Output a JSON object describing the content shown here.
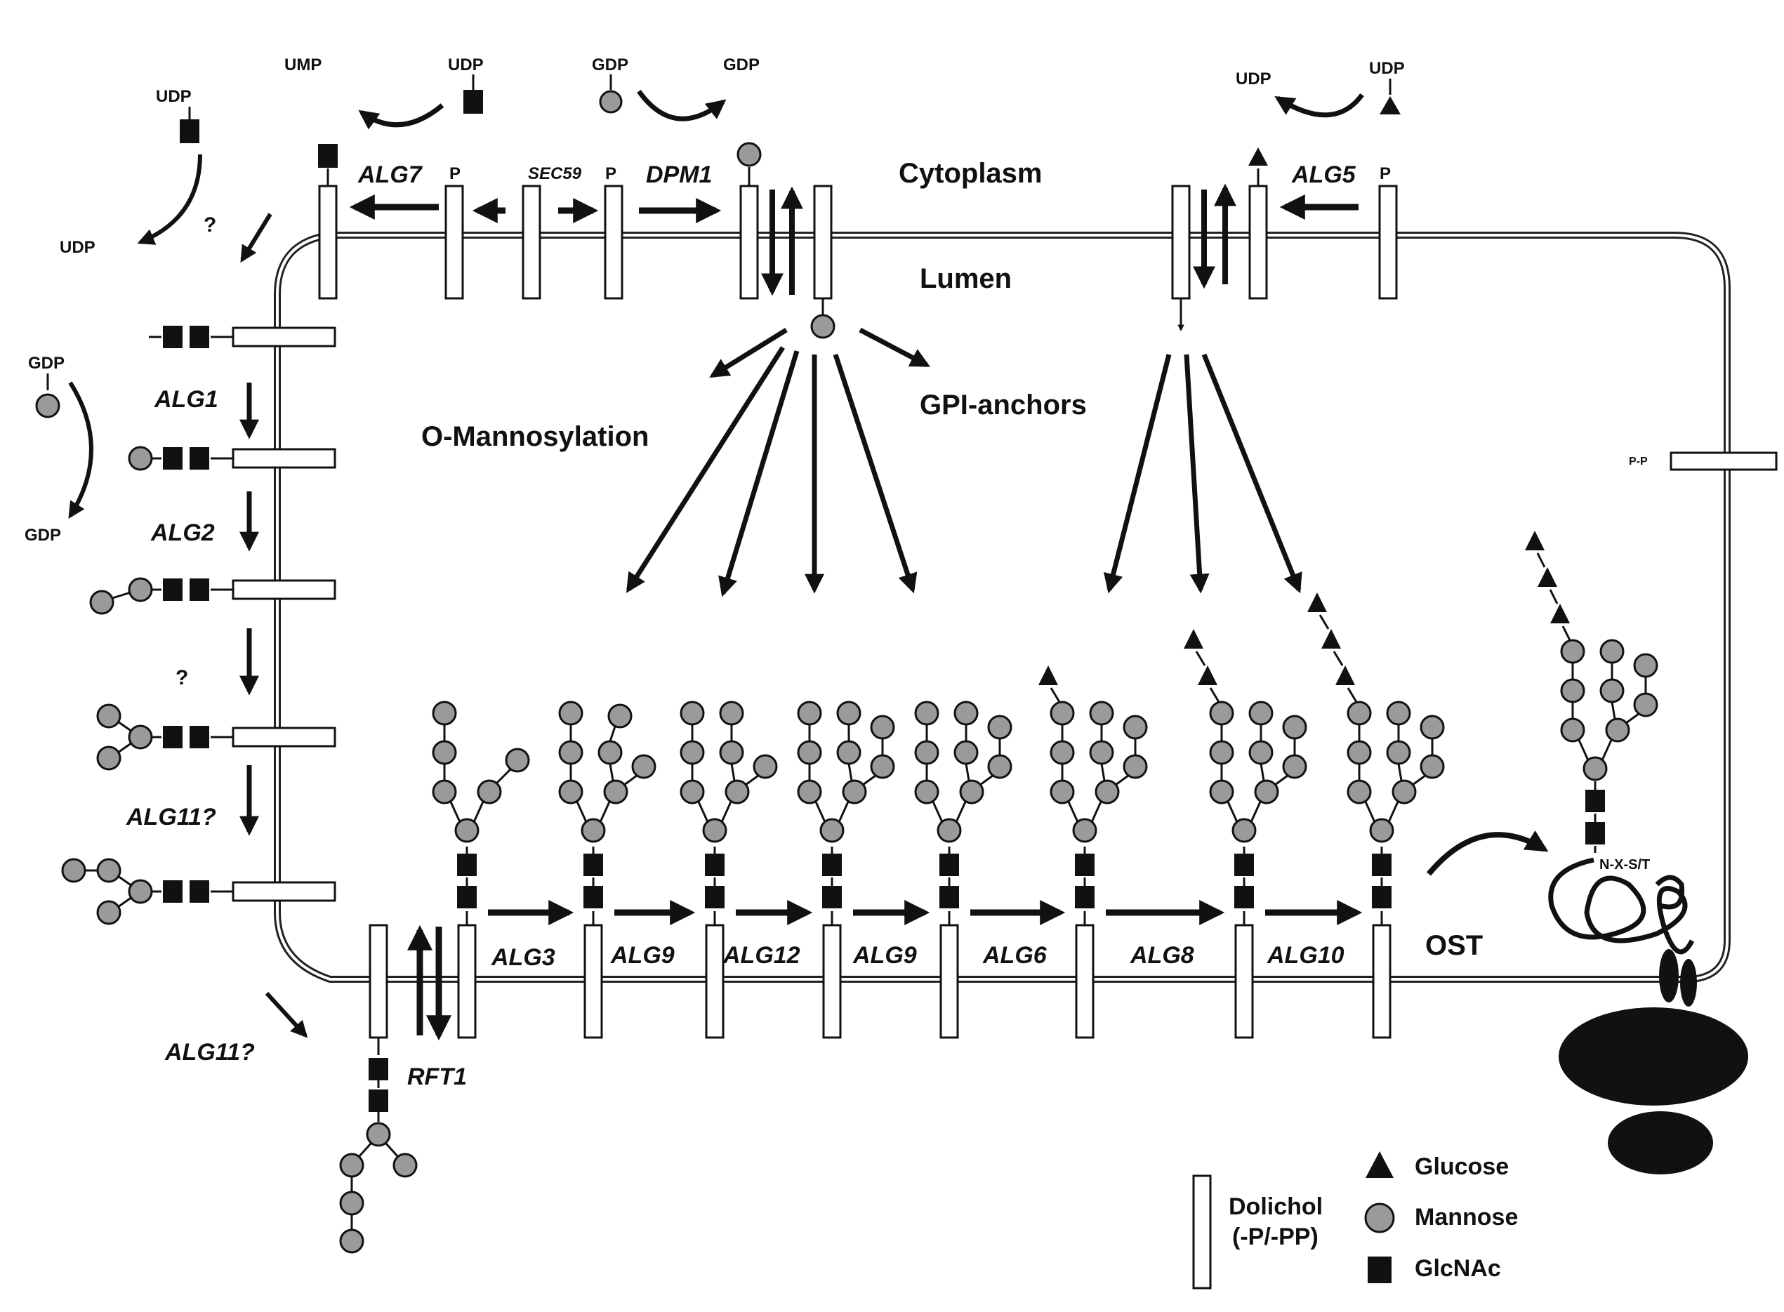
{
  "compartments": {
    "cytoplasm": "Cytoplasm",
    "lumen": "Lumen"
  },
  "nucleotides": {
    "udp": "UDP",
    "ump": "UMP",
    "gdp": "GDP",
    "p": "P",
    "pp": "P-P"
  },
  "unknown_mark": "?",
  "enzymes": {
    "alg7": "ALG7",
    "sec59": "SEC59",
    "dpm1": "DPM1",
    "alg5": "ALG5",
    "alg1": "ALG1",
    "alg2": "ALG2",
    "alg11q": "ALG11?",
    "rft1": "RFT1",
    "alg3": "ALG3",
    "alg9": "ALG9",
    "alg12": "ALG12",
    "alg6": "ALG6",
    "alg8": "ALG8",
    "alg10": "ALG10",
    "ost": "OST"
  },
  "pathways": {
    "o_mannosylation": "O-Mannosylation",
    "gpi_anchors": "GPI-anchors"
  },
  "protein_site": "N-X-S/T",
  "legend": {
    "dolichol_line1": "Dolichol",
    "dolichol_line2": "(-P/-PP)",
    "glucose": "Glucose",
    "mannose": "Mannose",
    "glcnac": "GlcNAc"
  },
  "colors": {
    "mannose_fill": "#9a9a9a",
    "glcnac_fill": "#111111",
    "glucose_fill": "#111111",
    "membrane": "#222222"
  }
}
